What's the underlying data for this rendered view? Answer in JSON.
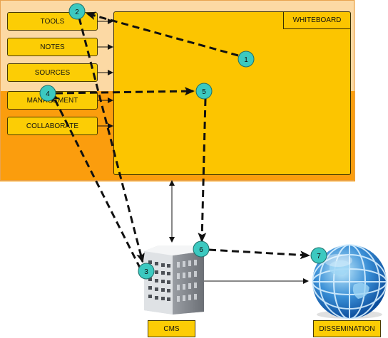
{
  "menu": {
    "tools": "TOOLS",
    "notes": "NOTES",
    "sources": "SOURCES",
    "management": "MANAGEMENT",
    "collaborate": "COLLABORATE"
  },
  "whiteboard": {
    "label": "WHITEBOARD"
  },
  "cms": {
    "label": "CMS"
  },
  "dissemination": {
    "label": "DISSEMINATION"
  },
  "steps": [
    "1",
    "2",
    "3",
    "4",
    "5",
    "6",
    "7"
  ],
  "colors": {
    "panel_top": "#fcd9a4",
    "panel_bottom": "#fb9d0d",
    "box": "#fccd05",
    "marker": "#3cc9c0"
  }
}
